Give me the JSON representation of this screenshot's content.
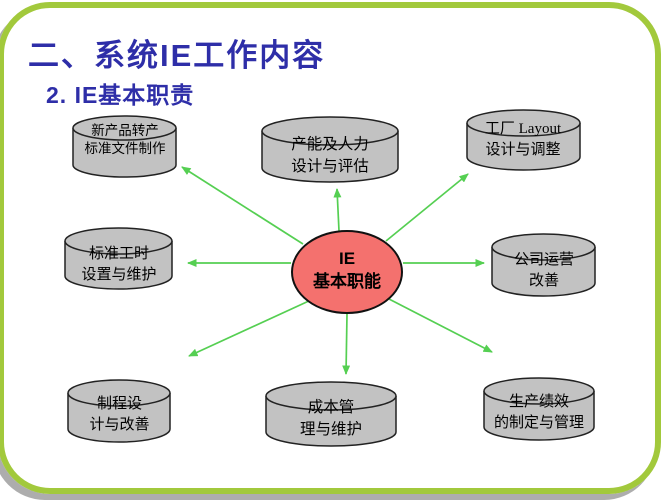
{
  "slide": {
    "title": "二、系统IE工作内容",
    "subtitle": "2. IE基本职责"
  },
  "diagram": {
    "center": {
      "line1": "IE",
      "line2": "基本职能"
    },
    "nodes": [
      {
        "line1": "新产品转产",
        "line2": "标准文件制作"
      },
      {
        "line1": "产能及人力",
        "line2": "设计与评估"
      },
      {
        "line1": "工厂 Layout",
        "line2": "设计与调整"
      },
      {
        "line1": "标准工时",
        "line2": "设置与维护"
      },
      {
        "line1": "公司运营",
        "line2": "改善"
      },
      {
        "line1": "制程设",
        "line2": "计与改善"
      },
      {
        "line1": "成本管",
        "line2": "理与维护"
      },
      {
        "line1": "生产绩效",
        "line2": "的制定与管理"
      }
    ],
    "colors": {
      "node_fill": "#C2C2C2",
      "node_stroke": "#222222",
      "center_fill": "#F4716E",
      "arrow_green": "#55CF52",
      "frame_green": "#A2C93C",
      "title_blue": "#2E2EA8"
    }
  }
}
